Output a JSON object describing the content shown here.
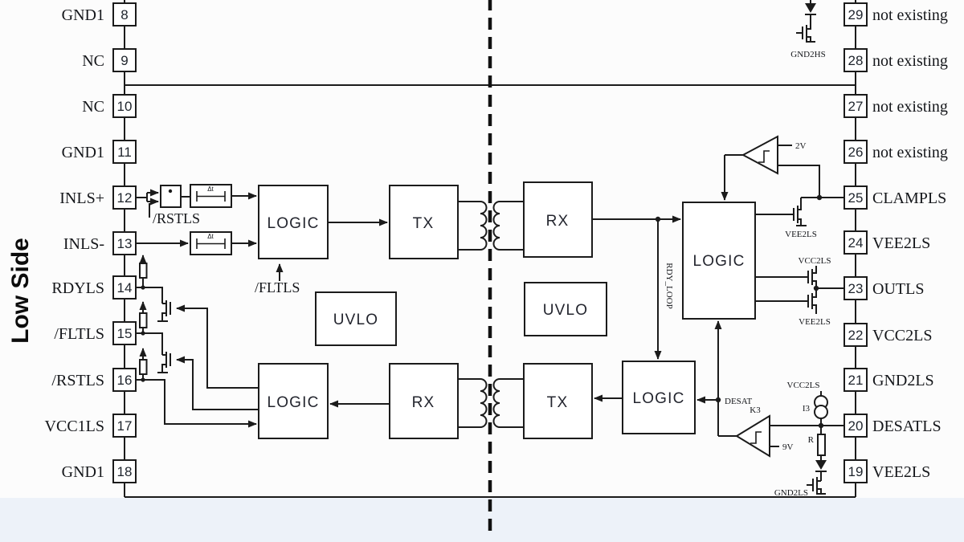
{
  "side_label": "Low Side",
  "left_pins": [
    {
      "num": "8",
      "label": "GND1"
    },
    {
      "num": "9",
      "label": "NC"
    },
    {
      "num": "10",
      "label": "NC"
    },
    {
      "num": "11",
      "label": "GND1"
    },
    {
      "num": "12",
      "label": "INLS+"
    },
    {
      "num": "13",
      "label": "INLS-"
    },
    {
      "num": "14",
      "label": "RDYLS"
    },
    {
      "num": "15",
      "label": "/FLTLS"
    },
    {
      "num": "16",
      "label": "/RSTLS"
    },
    {
      "num": "17",
      "label": "VCC1LS"
    },
    {
      "num": "18",
      "label": "GND1"
    }
  ],
  "right_pins": [
    {
      "num": "29",
      "label": "not existing"
    },
    {
      "num": "28",
      "label": "not existing"
    },
    {
      "num": "27",
      "label": "not existing"
    },
    {
      "num": "26",
      "label": "not existing"
    },
    {
      "num": "25",
      "label": "CLAMPLS"
    },
    {
      "num": "24",
      "label": "VEE2LS"
    },
    {
      "num": "23",
      "label": "OUTLS"
    },
    {
      "num": "22",
      "label": "VCC2LS"
    },
    {
      "num": "21",
      "label": "GND2LS"
    },
    {
      "num": "20",
      "label": "DESATLS"
    },
    {
      "num": "19",
      "label": "VEE2LS"
    }
  ],
  "block_labels": {
    "logic": "LOGIC",
    "tx": "TX",
    "rx": "RX",
    "uvlo": "UVLO"
  },
  "labels": {
    "rstls": "/RSTLS",
    "fltls": "/FLTLS",
    "dt": "Δt",
    "rdy_loop": "RDY_LOOP",
    "desat": "DESAT",
    "k3": "K3",
    "ref_2v": "2V",
    "ref_9v": "9V",
    "i3": "I3",
    "r": "R",
    "vcc2ls": "VCC2LS",
    "vee2ls": "VEE2LS",
    "gnd2ls": "GND2LS",
    "gnd2hs": "GND2HS"
  },
  "colors": {
    "line": "#1b1b1b",
    "outside_bg": "#edf2f9",
    "paper": "#fcfcfc"
  }
}
